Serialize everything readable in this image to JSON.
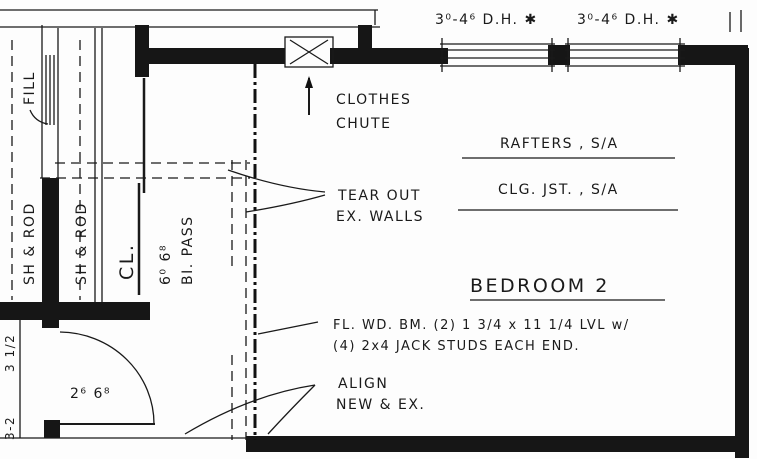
{
  "drawing": {
    "windows": [
      "3⁰-4⁶ D.H. ✱",
      "3⁰-4⁶ D.H. ✱"
    ],
    "clothes_chute": [
      "CLOTHES",
      "CHUTE"
    ],
    "rafters": "RAFTERS , S/A",
    "ceiling_joists": "CLG. JST. , S/A",
    "tear_out": [
      "TEAR OUT",
      "EX. WALLS"
    ],
    "room_name": "BEDROOM 2",
    "beam_note": [
      "FL. WD. BM. (2) 1 3/4 x 11 1/4 LVL w/",
      "(4) 2x4 JACK STUDS EACH END."
    ],
    "align_note": [
      "ALIGN",
      "NEW & EX."
    ],
    "closet_left": "SH & ROD",
    "closet_right": "SH & ROD",
    "closet_label": "CL.",
    "bipass_size": "6⁰ 6⁸",
    "bipass_label": "BI. PASS",
    "fill_label": "FILL",
    "door_size": "2⁶ 6⁸",
    "dim_left_a": "3-2",
    "dim_left_b": "3 1/2"
  }
}
